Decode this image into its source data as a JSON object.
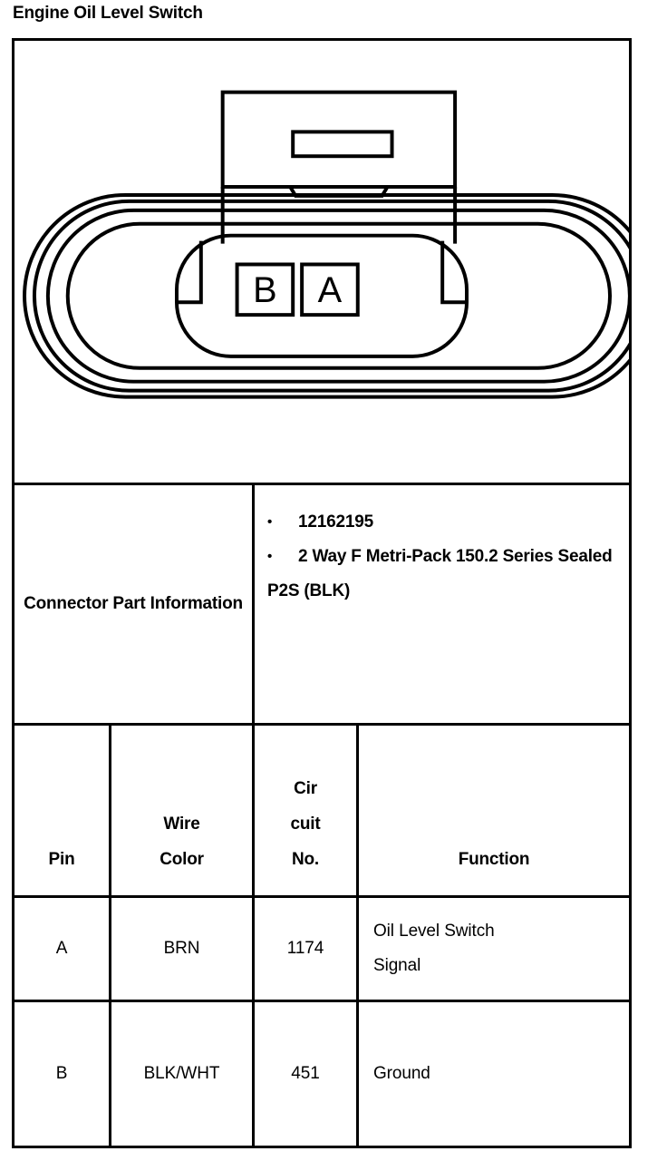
{
  "page": {
    "title": "Engine Oil Level Switch",
    "ink_color": "#000000",
    "background_color": "#ffffff"
  },
  "diagram": {
    "name": "connector-face-view",
    "description": "Two-way female connector end view with latch block above an oval terminal body",
    "cavity_labels": [
      "B",
      "A"
    ]
  },
  "connector_part_information": {
    "label": "Connector Part Information",
    "bullet_glyph": "•",
    "items": [
      "12162195",
      "2 Way F Metri-Pack 150.2 Series Sealed P2S (BLK)"
    ]
  },
  "pin_table": {
    "headers": {
      "pin": "Pin",
      "wire_color": "Wire Color",
      "circuit_no": "Cir cuit No.",
      "function": "Function"
    },
    "rows": [
      {
        "pin": "A",
        "wire_color": "BRN",
        "circuit_no": "1174",
        "function": "Oil Level Switch Signal"
      },
      {
        "pin": "B",
        "wire_color": "BLK/WHT",
        "circuit_no": "451",
        "function": "Ground"
      }
    ]
  }
}
